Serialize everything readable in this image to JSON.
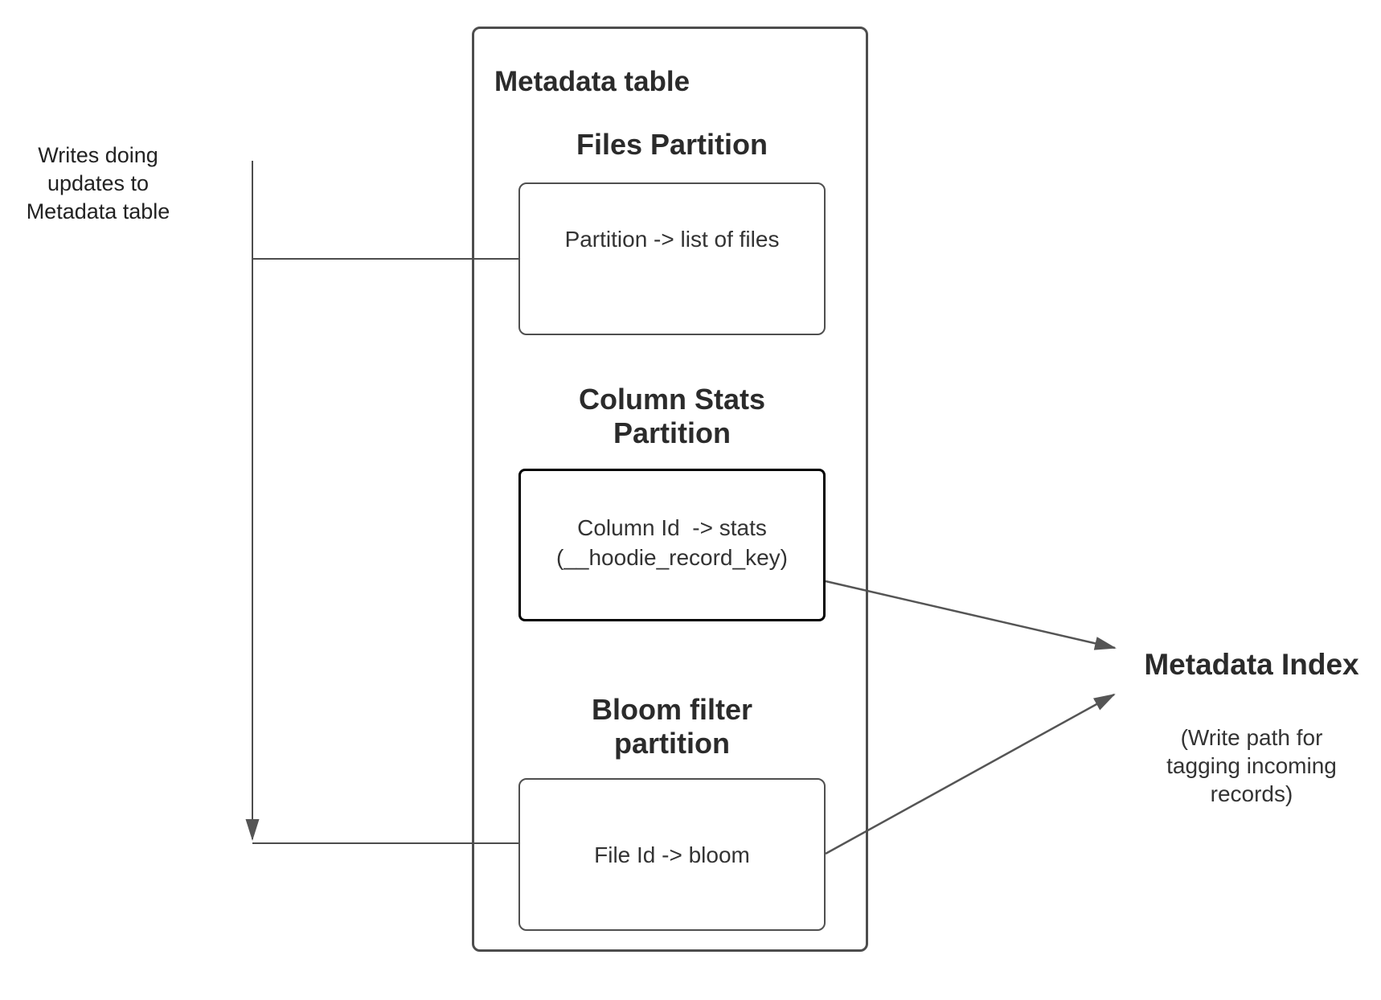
{
  "canvas": {
    "background": "#ffffff",
    "line_color": "#4d4d4d",
    "arrow_fill": "#555555",
    "stats_box_border": "#000000",
    "text_color": "#2b2b2b"
  },
  "left_note": {
    "text": "Writes doing\nupdates to\nMetadata table"
  },
  "metadata_table": {
    "title": "Metadata table",
    "partitions": [
      {
        "heading": "Files Partition",
        "body": "Partition -> list of files"
      },
      {
        "heading": "Column Stats\nPartition",
        "body": "Column Id  -> stats\n(__hoodie_record_key)"
      },
      {
        "heading": "Bloom filter\npartition",
        "body": "File Id -> bloom"
      }
    ]
  },
  "metadata_index": {
    "title": "Metadata Index",
    "subtitle": "(Write path for\ntagging incoming\nrecords)"
  }
}
